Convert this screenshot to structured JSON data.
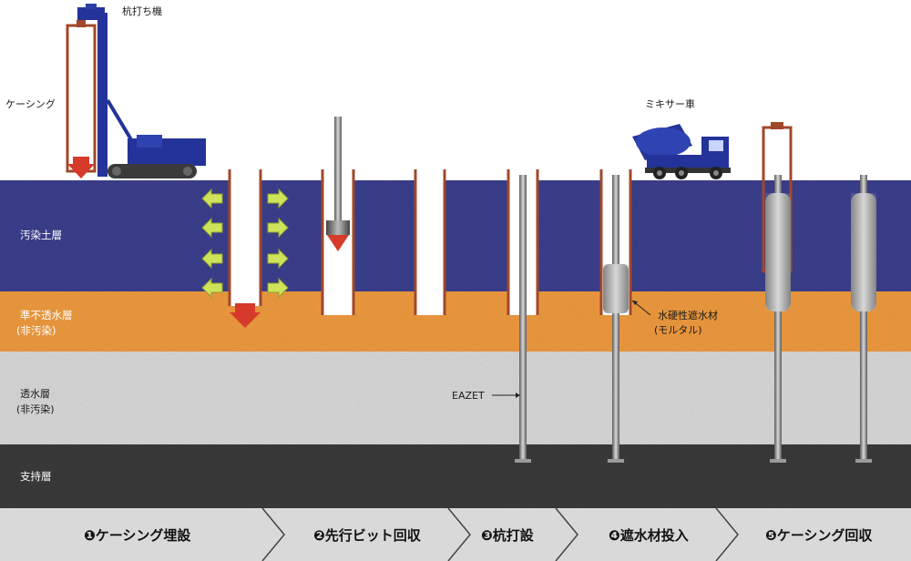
{
  "machine_labels": {
    "pile_driver": "杭打ち機",
    "casing": "ケーシング",
    "mixer_truck": "ミキサー車"
  },
  "layers": [
    {
      "name": "汚染土層",
      "color": "#3b3f8c"
    },
    {
      "name_line1": "準不透水層",
      "name_line2": "(非汚染)",
      "color": "#ee9a3f"
    },
    {
      "name_line1": "透水層",
      "name_line2": "(非汚染)",
      "color": "#d8d8d8"
    },
    {
      "name": "支持層",
      "color": "#3a3a3a"
    }
  ],
  "callouts": {
    "water_barrier_line1": "水硬性遮水材",
    "water_barrier_line2": "(モルタル)",
    "eazet": "EAZET"
  },
  "steps": [
    {
      "label": "❶ケーシング埋設"
    },
    {
      "label": "❷先行ビット回収"
    },
    {
      "label": "❸杭打設"
    },
    {
      "label": "❹遮水材投入"
    },
    {
      "label": "❺ケーシング回収"
    }
  ],
  "colors": {
    "casing": "#a0482a",
    "arrow_red": "#d63a2a",
    "arrow_green": "#cfe35a",
    "machine_blue": "#23339a",
    "pile_grey": "#9a9a9a",
    "mortar": "#bdbdbd"
  }
}
